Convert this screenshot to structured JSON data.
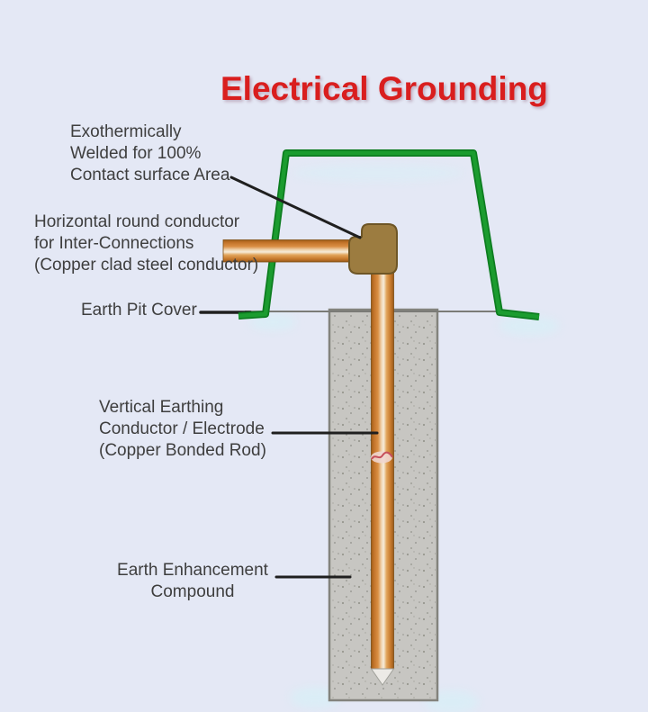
{
  "title": {
    "text": "Electrical Grounding"
  },
  "labels": {
    "exothermic_weld": "Exothermically\nWelded for 100%\nContact surface Area",
    "horizontal_conductor": "Horizontal round conductor\nfor Inter-Connections\n(Copper clad steel conductor)",
    "earth_pit_cover": "Earth Pit Cover",
    "vertical_conductor": "Vertical Earthing\nConductor / Electrode\n(Copper Bonded Rod)",
    "earth_enhancement": "Earth Enhancement\nCompound"
  },
  "diagram": {
    "components": {
      "earth_pit_cover_outline": "Earth pit cover (green trapezoid outline)",
      "horizontal_rod": "Horizontal round copper-clad conductor",
      "weld_connector": "Exothermic weld connector block",
      "vertical_rod": "Vertical earthing electrode (copper bonded rod)",
      "rod_tip": "Pointed electrode tip",
      "concrete_column": "Earth enhancement compound backfill column",
      "ground_line": "Earth pit cover ground line"
    },
    "colors": {
      "background": "#e4e8f5",
      "title_red": "#d91e1e",
      "label_text": "#3e3e3e",
      "pit_cover_green": "#1b9c2f",
      "pit_cover_green_dark": "#0d7d20",
      "copper_dark": "#a05d16",
      "copper_light": "#f6ecd9",
      "connector_brown": "#9c7c40",
      "connector_border": "#6e5626",
      "concrete_gray": "#c7c6c2",
      "concrete_border": "#83837d",
      "leader_line": "#1f1f1f",
      "rod_tip": "#eceae6"
    }
  }
}
